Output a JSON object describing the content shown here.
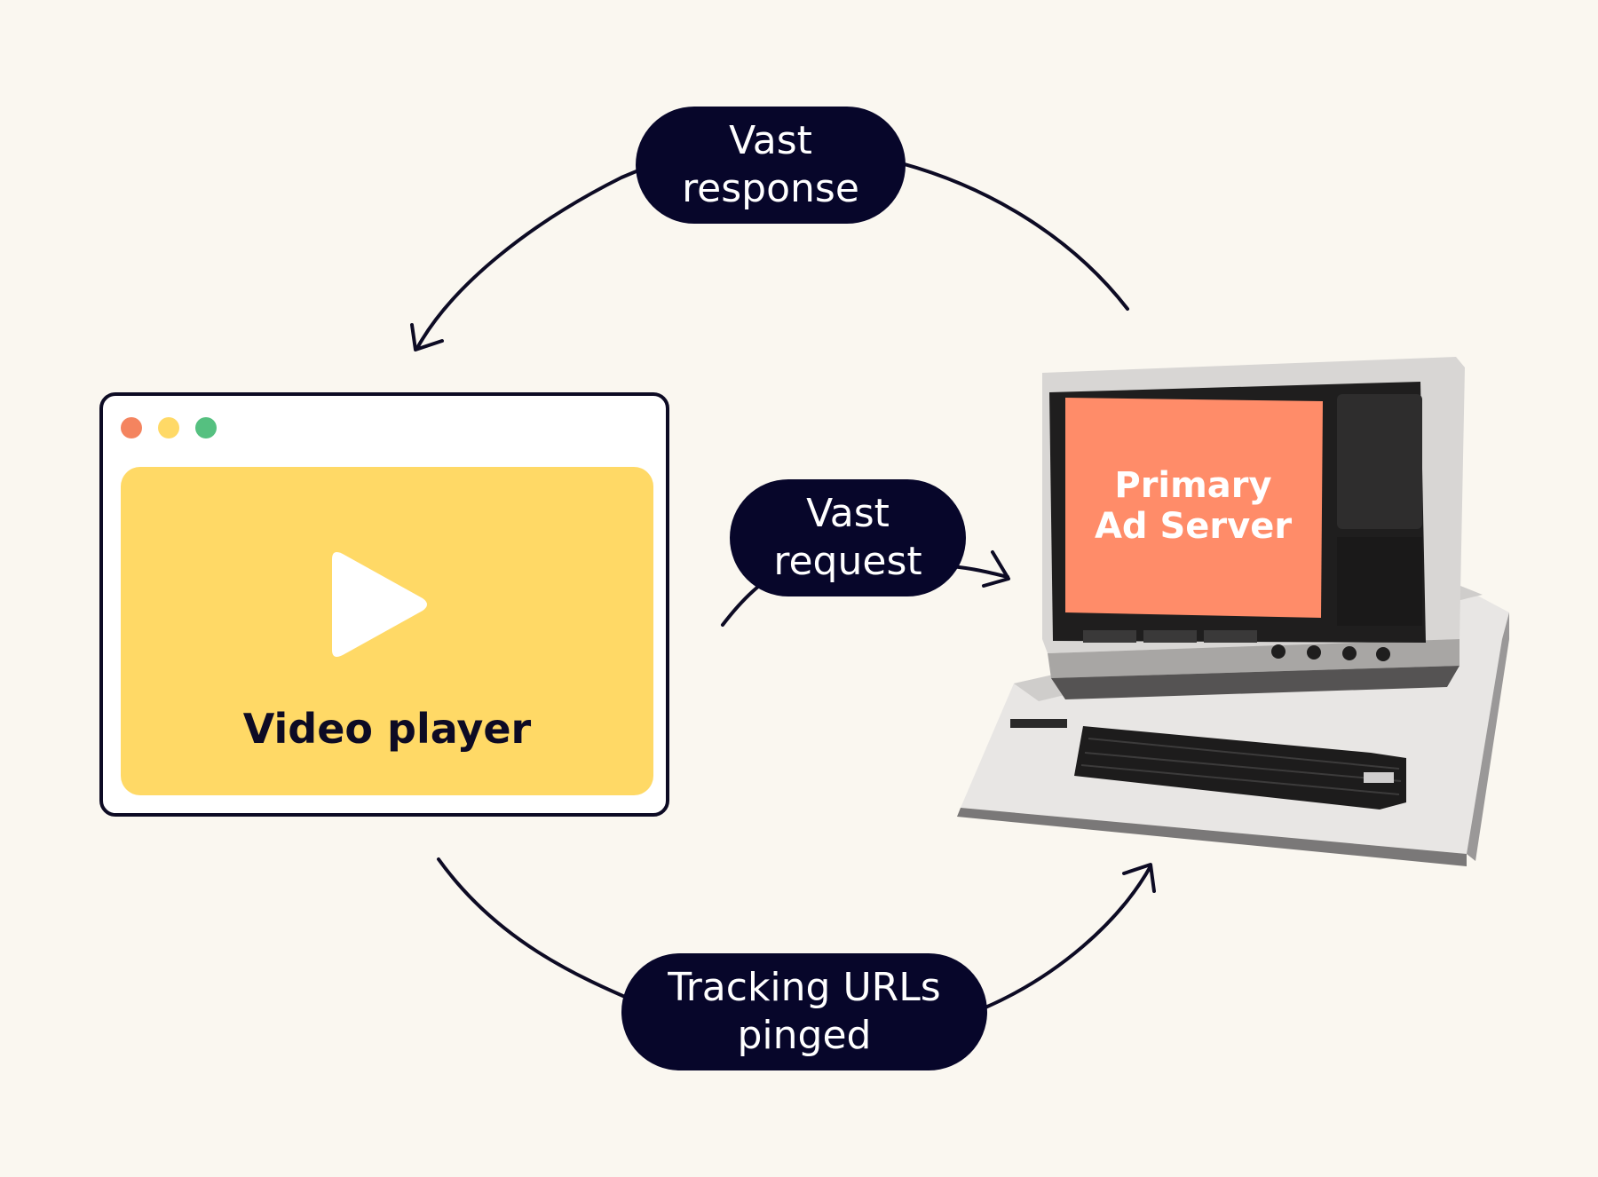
{
  "labels": {
    "vast_response": [
      "Vast",
      "response"
    ],
    "vast_request": [
      "Vast",
      "request"
    ],
    "tracking": [
      "Tracking URLs",
      "pinged"
    ]
  },
  "video_player": {
    "label": "Video player",
    "window_dots": [
      "red-dot",
      "yellow-dot",
      "green-dot"
    ],
    "dot_colors": [
      "#f4845f",
      "#ffd966",
      "#55c080"
    ]
  },
  "ad_server": {
    "label": [
      "Primary",
      "Ad Server"
    ],
    "screen_color": "#ff8c69"
  },
  "colors": {
    "background": "#faf7f0",
    "pill": "#07062a",
    "arrow": "#0d0b24",
    "player": "#ffd966"
  }
}
